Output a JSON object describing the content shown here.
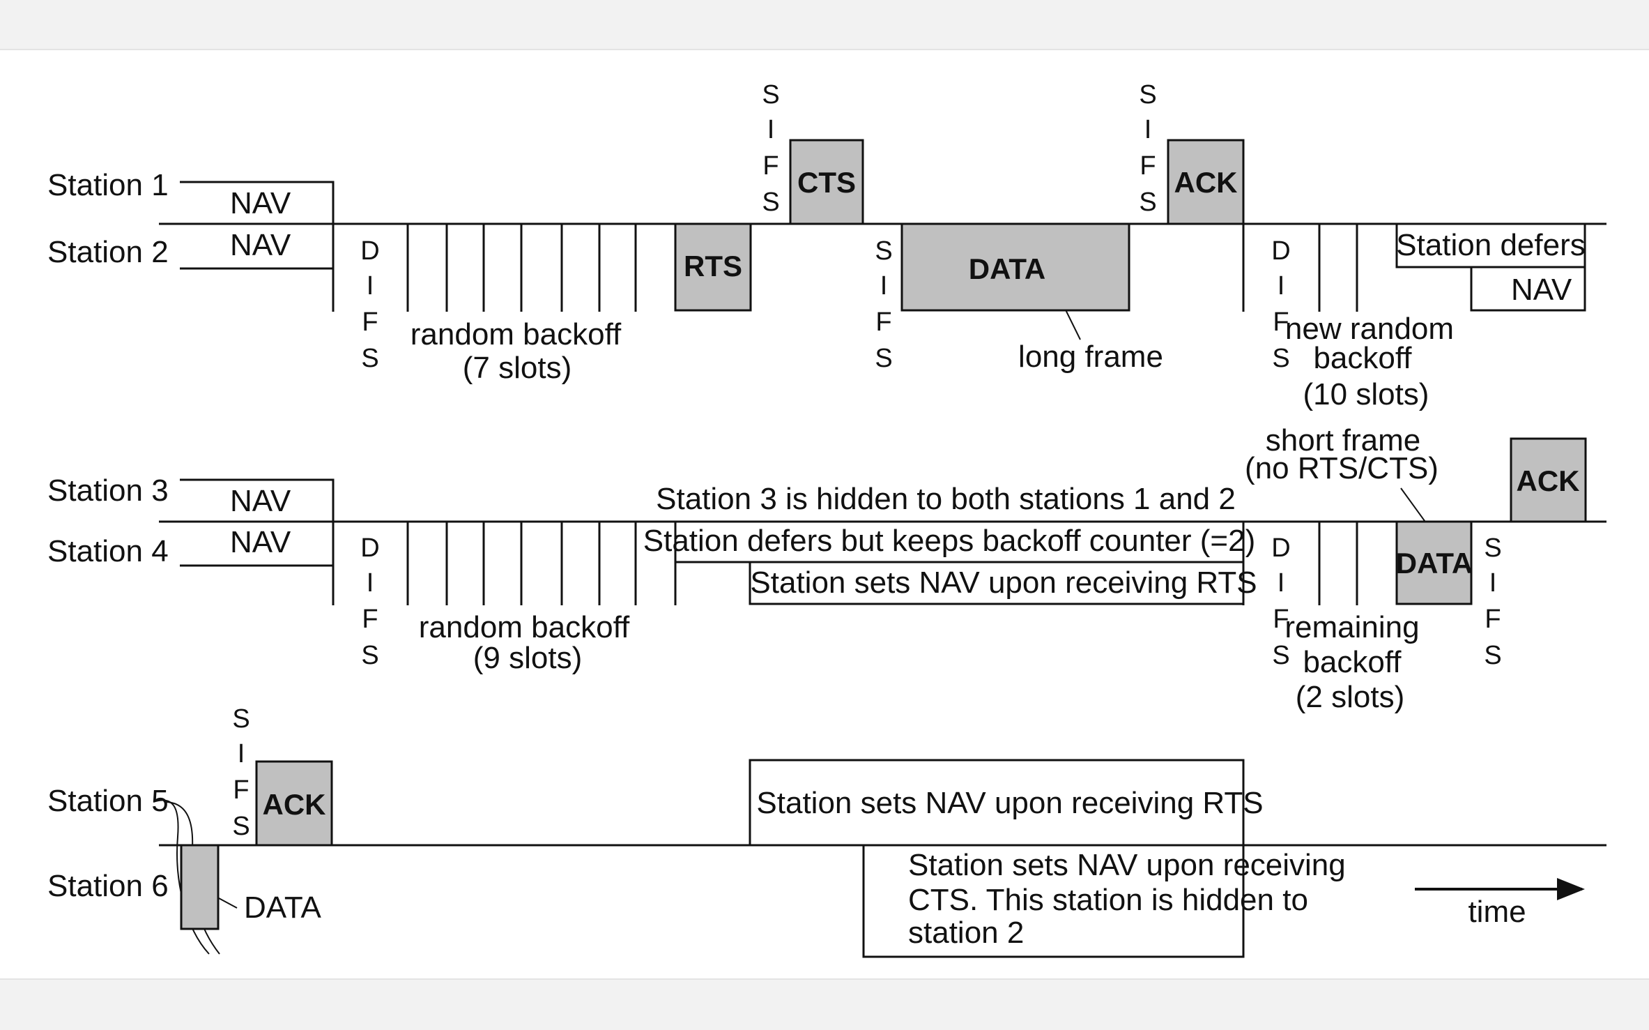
{
  "stations": {
    "s1": "Station 1",
    "s2": "Station 2",
    "s3": "Station 3",
    "s4": "Station 4",
    "s5": "Station 5",
    "s6": "Station 6"
  },
  "nav": "NAV",
  "sifs_letters": [
    "S",
    "I",
    "F",
    "S"
  ],
  "difs_letters": [
    "D",
    "I",
    "F",
    "S"
  ],
  "frames": {
    "cts": "CTS",
    "ack": "ACK",
    "rts": "RTS",
    "data": "DATA"
  },
  "labels": {
    "random_backoff": "random backoff",
    "seven_slots": "(7 slots)",
    "nine_slots": "(9 slots)",
    "long_frame": "long frame",
    "new_random": "new random",
    "backoff": "backoff",
    "ten_slots": "(10 slots)",
    "station_defers": "Station defers",
    "short_frame": "short frame",
    "no_rts_cts": "(no RTS/CTS)",
    "hidden_note": "Station 3 is hidden to both stations 1 and 2",
    "defers_keeps": "Station defers but keeps backoff counter (=2)",
    "sets_nav_rts": "Station sets NAV upon receiving RTS",
    "remaining": "remaining",
    "two_slots": "(2 slots)",
    "cts_line1": "Station sets NAV upon receiving",
    "cts_line2": "CTS. This station is hidden to",
    "cts_line3": "station 2",
    "time": "time"
  }
}
